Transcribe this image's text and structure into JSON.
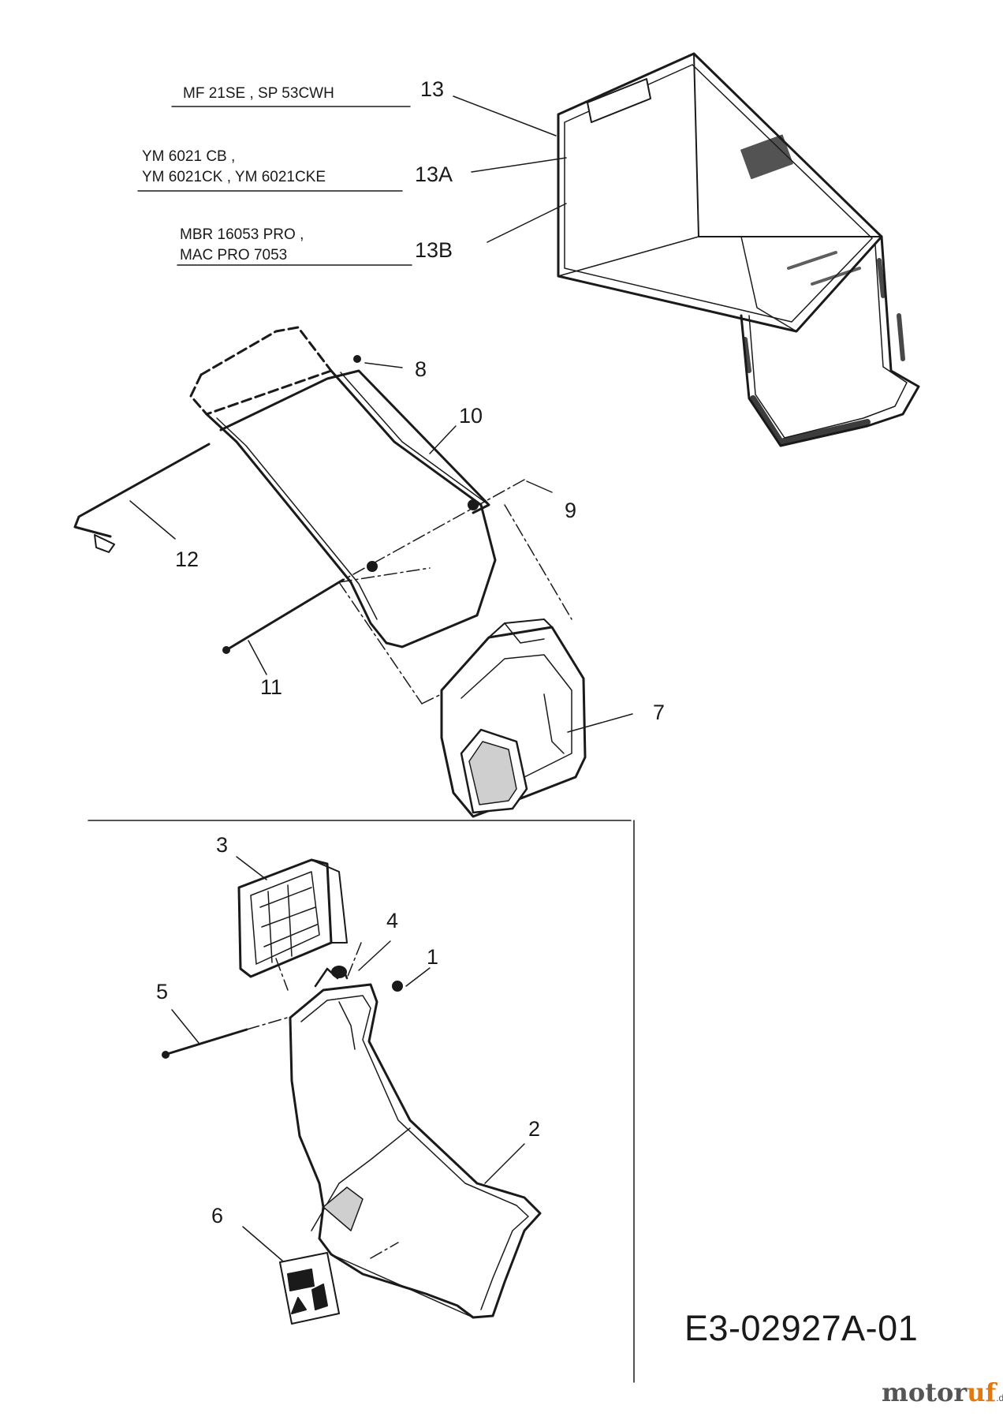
{
  "model_labels": [
    {
      "line1": "MF 21SE , SP 53CWH",
      "line2": ""
    },
    {
      "line1": "YM 6021 CB ,",
      "line2": "YM 6021CK , YM 6021CKE"
    },
    {
      "line1": "MBR 16053 PRO ,",
      "line2": "MAC PRO 7053"
    }
  ],
  "callouts": {
    "c13": "13",
    "c13a": "13A",
    "c13b": "13B",
    "c8": "8",
    "c10": "10",
    "c9": "9",
    "c12": "12",
    "c11": "11",
    "c7": "7",
    "c3": "3",
    "c4": "4",
    "c1": "1",
    "c5": "5",
    "c2": "2",
    "c6": "6"
  },
  "document_code": "E3-02927A-01",
  "watermark": {
    "part1": "motor",
    "part2": "uf",
    "part3": ".de"
  },
  "colors": {
    "line": "#1a1a1a",
    "part_fill": "#ffffff",
    "shading": "#cfcfcf",
    "brand_accent": "#e07a10"
  }
}
